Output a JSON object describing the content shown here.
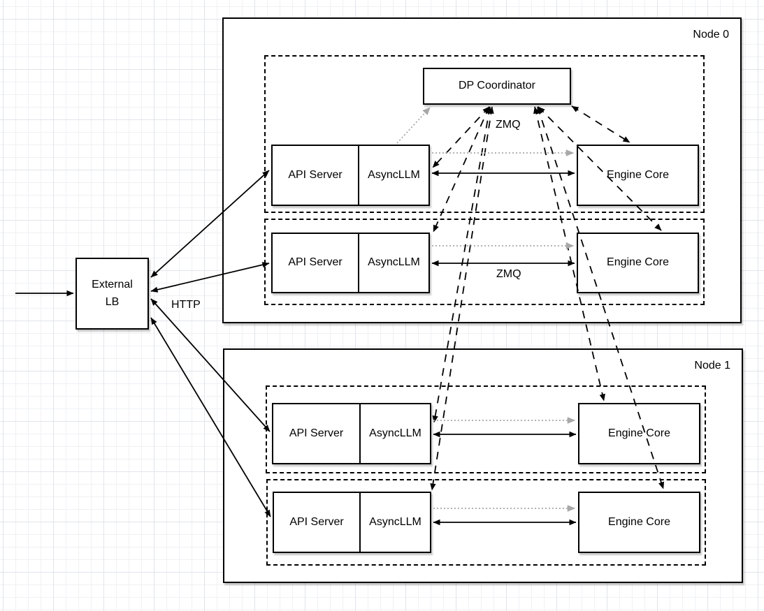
{
  "colors": {
    "stroke": "#000000",
    "dotted_link": "#a8a8a8",
    "grid_minor": "#f0f1f5",
    "grid_major": "#e1e4ea",
    "box_fill": "#ffffff",
    "bg": "#ffffff"
  },
  "containers": {
    "node0": {
      "label": "Node 0"
    },
    "node1": {
      "label": "Node 1"
    }
  },
  "nodes": {
    "external_lb": {
      "label": "External LB"
    },
    "dp_coordinator": {
      "label": "DP Coordinator"
    }
  },
  "rows": [
    {
      "api_server": "API Server",
      "async_llm": "AsyncLLM",
      "engine_core": "Engine Core"
    },
    {
      "api_server": "API Server",
      "async_llm": "AsyncLLM",
      "engine_core": "Engine Core"
    },
    {
      "api_server": "API Server",
      "async_llm": "AsyncLLM",
      "engine_core": "Engine Core"
    },
    {
      "api_server": "API Server",
      "async_llm": "AsyncLLM",
      "engine_core": "Engine Core"
    }
  ],
  "edge_labels": {
    "zmq_coordinator": "ZMQ",
    "zmq_row": "ZMQ",
    "http": "HTTP"
  }
}
